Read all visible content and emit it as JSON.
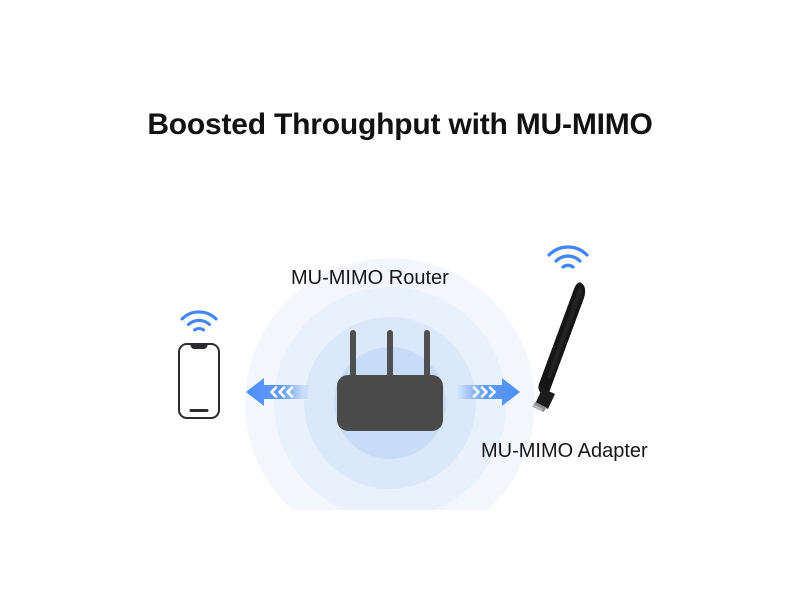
{
  "page": {
    "background_color": "#ffffff",
    "title": "Boosted Throughput with MU-MIMO"
  },
  "theme": {
    "accent_blue": "#4285f4",
    "arrow_blue": "#4b8df8",
    "device_dark": "#4a4a4a",
    "phone_outline": "#2b2b33",
    "adapter_black": "#1c1c1c",
    "glow_ring_1": "#c9dcf7",
    "glow_ring_2": "#dbe8fa",
    "glow_ring_3": "#e9f1fc",
    "glow_ring_4": "#f3f7fd",
    "title_color": "#121212",
    "caption_color": "#17171b"
  },
  "diagram": {
    "router": {
      "label": "MU-MIMO Router",
      "antenna_count": 3,
      "icon": "wifi-router-icon"
    },
    "adapter": {
      "label": "MU-MIMO Adapter",
      "icon": "usb-wifi-adapter-icon",
      "signal_icon": "wifi-signal-icon"
    },
    "client": {
      "icon": "smartphone-icon",
      "signal_icon": "wifi-signal-icon"
    },
    "streams": [
      {
        "name": "downstream-to-phone",
        "direction": "left",
        "icon": "arrow-left-icon",
        "chevrons": 3
      },
      {
        "name": "downstream-to-adapter",
        "direction": "right",
        "icon": "arrow-right-icon",
        "chevrons": 3
      }
    ],
    "signal_rings": 4
  }
}
